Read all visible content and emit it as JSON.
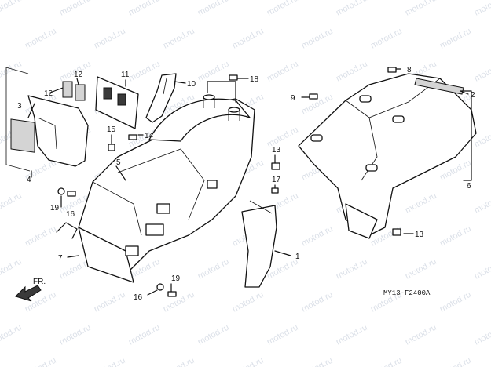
{
  "watermark": "motod.ru",
  "figure_code": "MY13-F2400A",
  "front_indicator": "FR.",
  "callouts": [
    "1",
    "2",
    "3",
    "4",
    "5",
    "6",
    "7",
    "8",
    "9",
    "10",
    "11",
    "12",
    "12",
    "13",
    "13",
    "14",
    "15",
    "16",
    "16",
    "17",
    "18",
    "19",
    "19"
  ]
}
